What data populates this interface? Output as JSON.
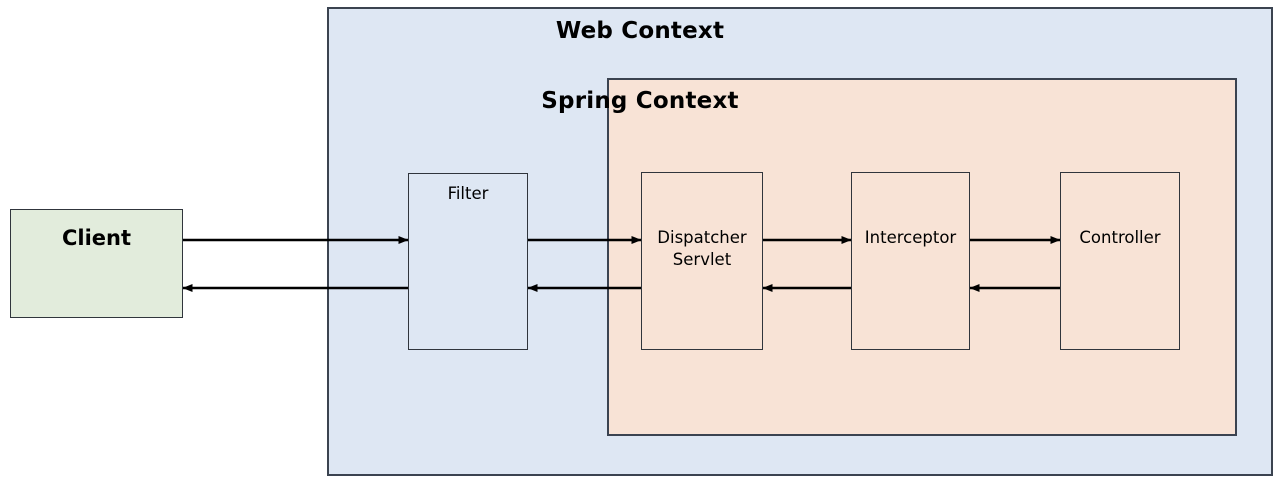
{
  "diagram": {
    "title_visible": false,
    "containers": [
      {
        "id": "web-context",
        "label": "Web Context",
        "fill": "#dee7f3",
        "stroke": "#3b4350"
      },
      {
        "id": "spring-context",
        "label": "Spring Context",
        "fill": "#f8e3d6",
        "stroke": "#3b4350"
      }
    ],
    "nodes": [
      {
        "id": "client",
        "label": "Client",
        "fill": "#e2ecdc",
        "stroke": "#30353c"
      },
      {
        "id": "filter",
        "label": "Filter",
        "fill": "#dee7f3",
        "stroke": "#30353c"
      },
      {
        "id": "dispatcher-servlet",
        "label": "Dispatcher\nServlet",
        "fill": "#f8e3d6",
        "stroke": "#30353c"
      },
      {
        "id": "interceptor",
        "label": "Interceptor",
        "fill": "#f8e3d6",
        "stroke": "#30353c"
      },
      {
        "id": "controller",
        "label": "Controller",
        "fill": "#f8e3d6",
        "stroke": "#30353c"
      }
    ],
    "flows": [
      {
        "from": "client",
        "to": "filter",
        "direction": "forward"
      },
      {
        "from": "filter",
        "to": "dispatcher-servlet",
        "direction": "forward"
      },
      {
        "from": "dispatcher-servlet",
        "to": "interceptor",
        "direction": "forward"
      },
      {
        "from": "interceptor",
        "to": "controller",
        "direction": "forward"
      },
      {
        "from": "controller",
        "to": "interceptor",
        "direction": "return"
      },
      {
        "from": "interceptor",
        "to": "dispatcher-servlet",
        "direction": "return"
      },
      {
        "from": "dispatcher-servlet",
        "to": "filter",
        "direction": "return"
      },
      {
        "from": "filter",
        "to": "client",
        "direction": "return"
      }
    ],
    "arrow_color": "#000000",
    "background": "#ffffff"
  }
}
